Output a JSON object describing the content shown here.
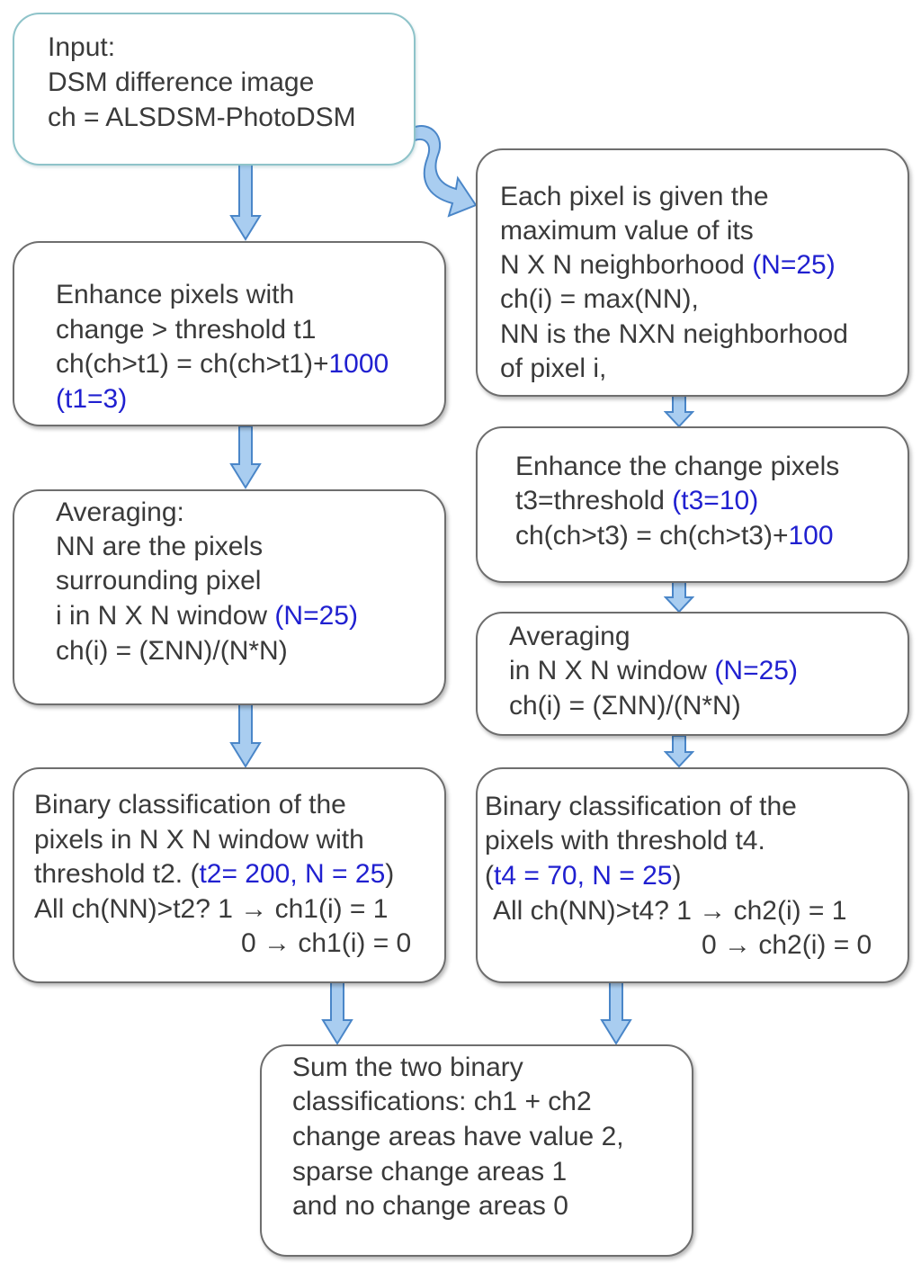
{
  "input": {
    "label": "Input:",
    "line2": "DSM difference image",
    "line3": "ch = ALSDSM-PhotoDSM"
  },
  "left": {
    "enhance": {
      "line1": "Enhance pixels with",
      "line2": "change > threshold t1",
      "line3_text": "ch(ch>t1) = ch(ch>t1)+",
      "line3_param": "1000",
      "line4_param": "(t1=3)"
    },
    "average": {
      "line1": "Averaging:",
      "line2": "NN are the pixels",
      "line3": "surrounding pixel",
      "line4_text": "i in N X N window ",
      "line4_param": "(N=25)",
      "line5": "ch(i) = (ΣNN)/(N*N)"
    },
    "binary": {
      "line1": "Binary classification of the",
      "line2": "pixels in N X N window with",
      "line3_text": "threshold t2. (",
      "line3_param": "t2= 200, N = 25",
      "line3_end": ")",
      "line4": "All ch(NN)>t2? 1 → ch1(i) = 1",
      "line5": "0 → ch1(i) = 0"
    }
  },
  "right": {
    "max": {
      "line1": "Each pixel is given the",
      "line2": "maximum value of its",
      "line3_text": "N X N neighborhood ",
      "line3_param": "(N=25)",
      "line4": "ch(i) = max(NN),",
      "line5": "NN is the NXN neighborhood",
      "line6": "of pixel i,"
    },
    "enhance": {
      "line1": "Enhance the change pixels",
      "line2_text": "t3=threshold ",
      "line2_param": "(t3=10)",
      "line3_text": "ch(ch>t3) = ch(ch>t3)+",
      "line3_param": "100"
    },
    "average": {
      "line1": "Averaging",
      "line2_text": "in N X N window ",
      "line2_param": "(N=25)",
      "line3": "ch(i) = (ΣNN)/(N*N)"
    },
    "binary": {
      "line1": "Binary classification of the",
      "line2": "pixels with threshold t4.",
      "line3_open": "(",
      "line3_param": "t4 = 70, N = 25",
      "line3_end": ")",
      "line4": "All ch(NN)>t4? 1 → ch2(i) = 1",
      "line5": "0 → ch2(i) = 0"
    }
  },
  "sum": {
    "line1": "Sum the two binary",
    "line2": "classifications: ch1 + ch2",
    "line3": "change areas have value 2,",
    "line4": "sparse change areas 1",
    "line5": "and no change areas 0"
  },
  "colors": {
    "param": "#2020d0",
    "arrow_fill": "#a9cdf0",
    "arrow_stroke": "#4a86c8"
  }
}
